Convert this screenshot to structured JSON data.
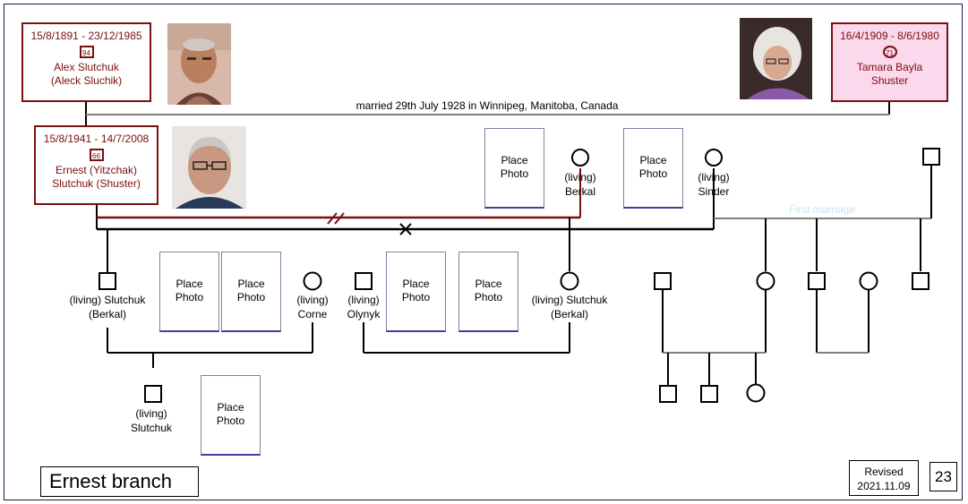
{
  "ancestors": {
    "alex": {
      "dates": "15/8/1891 - 23/12/1985",
      "age": "94",
      "name1": "Alex Slutchuk",
      "name2": "(Aleck Sluchik)"
    },
    "tamara": {
      "dates": "16/4/1909 - 8/6/1980",
      "age": "71",
      "name1": "Tamara Bayla",
      "name2": "Shuster"
    },
    "marriage_note": "married 29th July 1928 in Winnipeg, Manitoba, Canada"
  },
  "ernest": {
    "dates": "15/8/1941 - 14/7/2008",
    "age": "66",
    "name1": "Ernest (Yitzchak)",
    "name2": "Slutchuk (Shuster)"
  },
  "spouses": {
    "berkal": {
      "line1": "(living)",
      "line2": "Berkal"
    },
    "sinder": {
      "line1": "(living)",
      "line2": "Sinder"
    }
  },
  "placeholder_photo": {
    "line1": "Place",
    "line2": "Photo"
  },
  "children": {
    "son1": {
      "line1": "(living) Slutchuk",
      "line2": "(Berkal)"
    },
    "son1_wife": {
      "line1": "(living)",
      "line2": "Corne"
    },
    "husband2": {
      "line1": "(living)",
      "line2": "Olynyk"
    },
    "daughter": {
      "line1": "(living) Slutchuk",
      "line2": "(Berkal)"
    }
  },
  "grandchild": {
    "line1": "(living)",
    "line2": "Slutchuk"
  },
  "first_marriage_label": "First marriage",
  "footer": {
    "branch_title": "Ernest branch",
    "revised_label": "Revised",
    "revised_date": "2021.11.09",
    "page_number": "23"
  },
  "colors": {
    "ancestor_border": "#7a1010",
    "female_fill": "#fbd8ec",
    "divorce_line": "#7a1010",
    "light_line": "#808080",
    "faint_label": "#c8e4f0"
  }
}
